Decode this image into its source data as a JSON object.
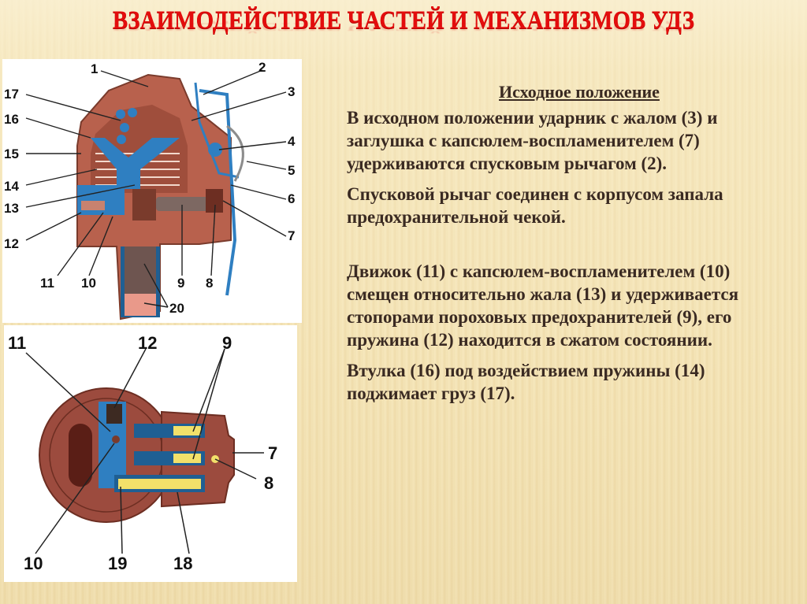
{
  "slide": {
    "title": "ВЗАИМОДЕЙСТВИЕ ЧАСТЕЙ И МЕХАНИЗМОВ УДЗ",
    "colors": {
      "title": "#e30d0d",
      "text": "#3a2a22",
      "background": "#f3e3b4",
      "fuze_body": "#b8614d",
      "fuze_blue": "#2f7fc1",
      "fuse_yellow": "#f2e06a"
    }
  },
  "diagram_top": {
    "labels": [
      "1",
      "2",
      "3",
      "4",
      "5",
      "6",
      "7",
      "8",
      "9",
      "10",
      "11",
      "12",
      "13",
      "14",
      "15",
      "16",
      "17",
      "20"
    ]
  },
  "diagram_bottom": {
    "labels": [
      "11",
      "12",
      "9",
      "7",
      "8",
      "10",
      "19",
      "18"
    ]
  },
  "content": {
    "heading": "Исходное положение",
    "paragraphs": [
      "В исходном положении ударник с жалом (3) и заглушка с капсюлем-воспламенителем (7) удерживаются спусковым рычагом (2).",
      "Спусковой рычаг соединен с корпусом запала предохранительной чекой.",
      "Движок (11) с капсюлем-воспламенителем (10) смещен относительно жала (13) и удерживается стопорами пороховых предохранителей (9), его пружина (12) находится в сжатом состоянии.",
      "Втулка (16) под воздействием пружины (14) поджимает груз (17)."
    ]
  }
}
